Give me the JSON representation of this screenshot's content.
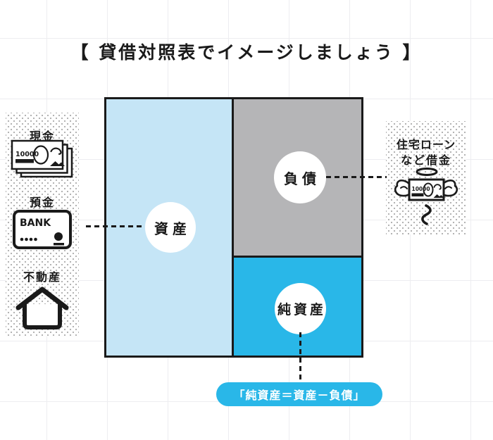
{
  "title": "【 貸借対照表でイメージしましょう 】",
  "balance_sheet": {
    "assets": {
      "label": "資産",
      "color": "#c5e5f6"
    },
    "liabilities": {
      "label": "負債",
      "color": "#b5b5b7"
    },
    "net_assets": {
      "label": "純資産",
      "color": "#29b7e8"
    }
  },
  "left_items": [
    {
      "label": "現金",
      "icon": "banknotes-icon"
    },
    {
      "label": "預金",
      "icon": "bank-card-icon"
    },
    {
      "label": "不動産",
      "icon": "house-icon"
    }
  ],
  "right_item": {
    "label_line1": "住宅ローン",
    "label_line2": "など借金",
    "icon": "winged-banknote-icon"
  },
  "formula": {
    "text": "「純資産＝資産－負債」",
    "color": "#29b7e8"
  },
  "icon_texts": {
    "banknote_value": "10000",
    "bank_card_label": "BANK"
  },
  "colors": {
    "outline": "#1a1a1a",
    "grid": "#ededf0",
    "dots": "#b3b3b3"
  }
}
